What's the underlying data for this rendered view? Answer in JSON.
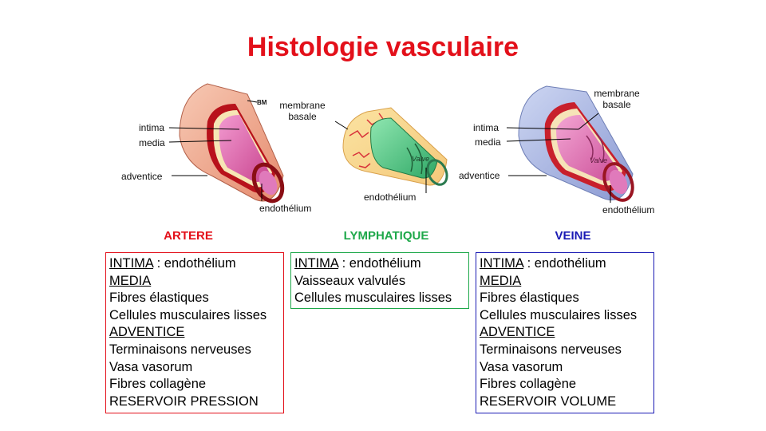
{
  "title": "Histologie vasculaire",
  "colors": {
    "title": "#e3101a",
    "artery": "#e3101a",
    "lymph": "#1ea84a",
    "vein": "#1a1ab4"
  },
  "diagram_artery": {
    "bm": "BM",
    "intima": "intima",
    "media": "media",
    "adventice": "adventice",
    "endothelium": "endothélium"
  },
  "diagram_lymph": {
    "membrane_line1": "membrane",
    "membrane_line2": "basale",
    "valve": "Valve",
    "endothelium": "endothélium"
  },
  "diagram_vein": {
    "membrane_line1": "membrane",
    "membrane_line2": "basale",
    "intima": "intima",
    "media": "media",
    "adventice": "adventice",
    "valve": "Valve",
    "endothelium": "endothélium"
  },
  "columns": {
    "artery": {
      "heading": "ARTERE",
      "intima_label": "INTIMA",
      "intima_rest": " : endothélium",
      "media_label": "MEDIA",
      "media_items": [
        "Fibres élastiques",
        "Cellules musculaires lisses"
      ],
      "adventice_label": "ADVENTICE",
      "adventice_items": [
        "Terminaisons nerveuses",
        "Vasa vasorum",
        "Fibres collagène",
        "RESERVOIR PRESSION"
      ]
    },
    "lymph": {
      "heading": "LYMPHATIQUE",
      "intima_label": "INTIMA",
      "intima_rest": " : endothélium",
      "items": [
        "Vaisseaux valvulés",
        "Cellules musculaires lisses"
      ]
    },
    "vein": {
      "heading": "VEINE",
      "intima_label": "INTIMA",
      "intima_rest": " : endothélium",
      "media_label": "MEDIA",
      "media_items": [
        "Fibres élastiques",
        "Cellules musculaires lisses"
      ],
      "adventice_label": "ADVENTICE",
      "adventice_items": [
        "Terminaisons nerveuses",
        "Vasa vasorum",
        "Fibres collagène",
        "RESERVOIR VOLUME"
      ]
    }
  }
}
